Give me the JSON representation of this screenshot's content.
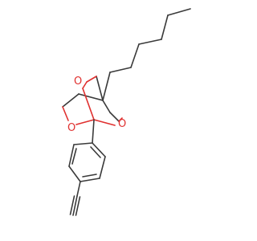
{
  "molecule": {
    "atom_labels": {
      "o_top": "O",
      "o_left": "O",
      "o_right": "O"
    },
    "colors": {
      "carbon_bond": "#3a3a3a",
      "oxygen": "#e0302f",
      "background": "#ffffff"
    }
  }
}
